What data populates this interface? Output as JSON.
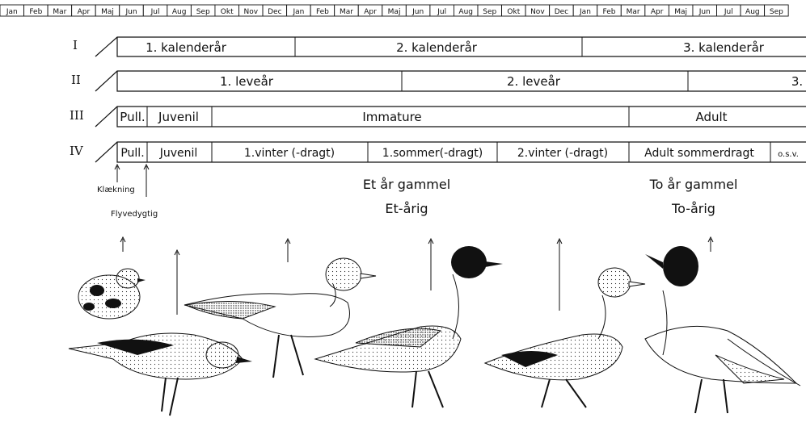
{
  "months": [
    "Jan",
    "Feb",
    "Mar",
    "Apr",
    "Maj",
    "Jun",
    "Jul",
    "Aug",
    "Sep",
    "Okt",
    "Nov",
    "Dec",
    "Jan",
    "Feb",
    "Mar",
    "Apr",
    "Maj",
    "Jun",
    "Jul",
    "Aug",
    "Sep",
    "Okt",
    "Nov",
    "Dec",
    "Jan",
    "Feb",
    "Mar",
    "Apr",
    "Maj",
    "Jun",
    "Jul",
    "Aug",
    "Sep"
  ],
  "rows": [
    {
      "label": "I",
      "cells": [
        "1. kalenderår",
        "2. kalenderår",
        "3. kalenderår"
      ]
    },
    {
      "label": "II",
      "cells": [
        "1. leveår",
        "2. leveår",
        "3."
      ]
    },
    {
      "label": "III",
      "cells": [
        "Pull.",
        "Juvenil",
        "Immature",
        "Adult"
      ]
    },
    {
      "label": "IV",
      "cells": [
        "Pull.",
        "Juvenil",
        "1.vinter (-dragt)",
        "1.sommer(-dragt)",
        "2.vinter (-dragt)",
        "Adult sommerdragt",
        "o.s.v."
      ]
    }
  ],
  "markers": {
    "hatching": "Klækning",
    "fledging": "Flyvedygtig"
  },
  "age_notes": {
    "one_year_a": "Et år gammel",
    "one_year_b": "Et-årig",
    "two_year_a": "To år gammel",
    "two_year_b": "To-årig"
  },
  "birds": [
    "chick",
    "juvenile",
    "first-winter",
    "first-summer",
    "second-winter",
    "adult-summer"
  ]
}
